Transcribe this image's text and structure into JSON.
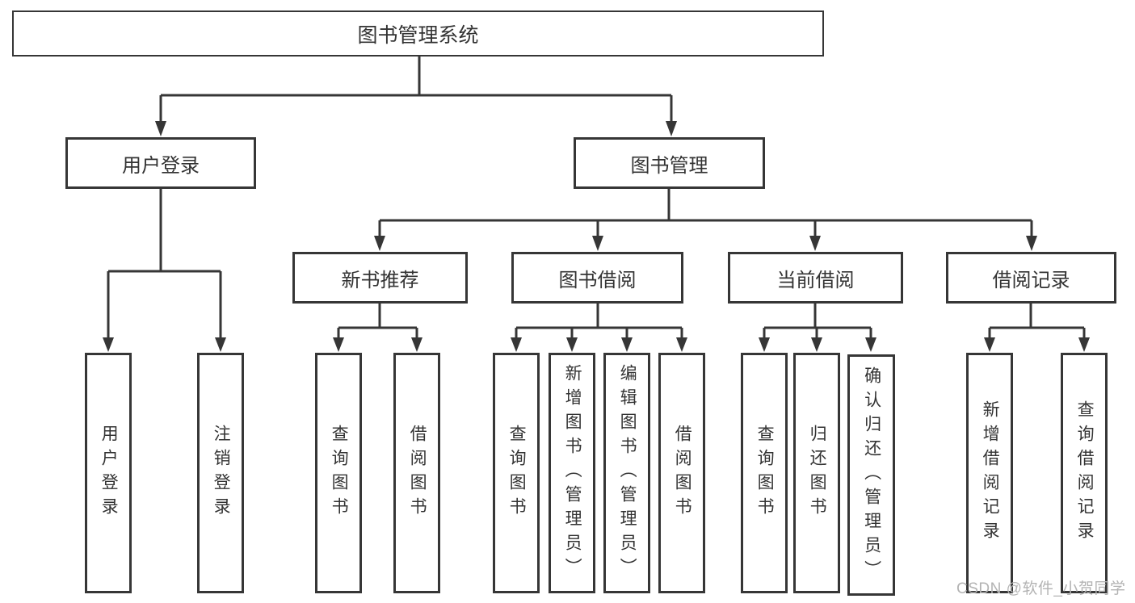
{
  "diagram": {
    "type": "hierarchy-chart",
    "colors": {
      "line": "#363636",
      "text": "#333333",
      "background": "#ffffff",
      "watermark": "#b3b3b3"
    },
    "tree": {
      "label": "图书管理系统",
      "children": [
        {
          "label": "用户登录",
          "children": [
            {
              "label": "用户登录"
            },
            {
              "label": "注销登录"
            }
          ]
        },
        {
          "label": "图书管理",
          "children": [
            {
              "label": "新书推荐",
              "children": [
                {
                  "label": "查询图书"
                },
                {
                  "label": "借阅图书"
                }
              ]
            },
            {
              "label": "图书借阅",
              "children": [
                {
                  "label": "查询图书"
                },
                {
                  "label": "新增图书（管理员）"
                },
                {
                  "label": "编辑图书（管理员）"
                },
                {
                  "label": "借阅图书"
                }
              ]
            },
            {
              "label": "当前借阅",
              "children": [
                {
                  "label": "查询图书"
                },
                {
                  "label": "归还图书"
                },
                {
                  "label": "确认归还（管理员）"
                }
              ]
            },
            {
              "label": "借阅记录",
              "children": [
                {
                  "label": "新增借阅记录"
                },
                {
                  "label": "查询借阅记录"
                }
              ]
            }
          ]
        }
      ]
    }
  },
  "watermark": {
    "text": "CSDN @软件_小贺同学"
  }
}
